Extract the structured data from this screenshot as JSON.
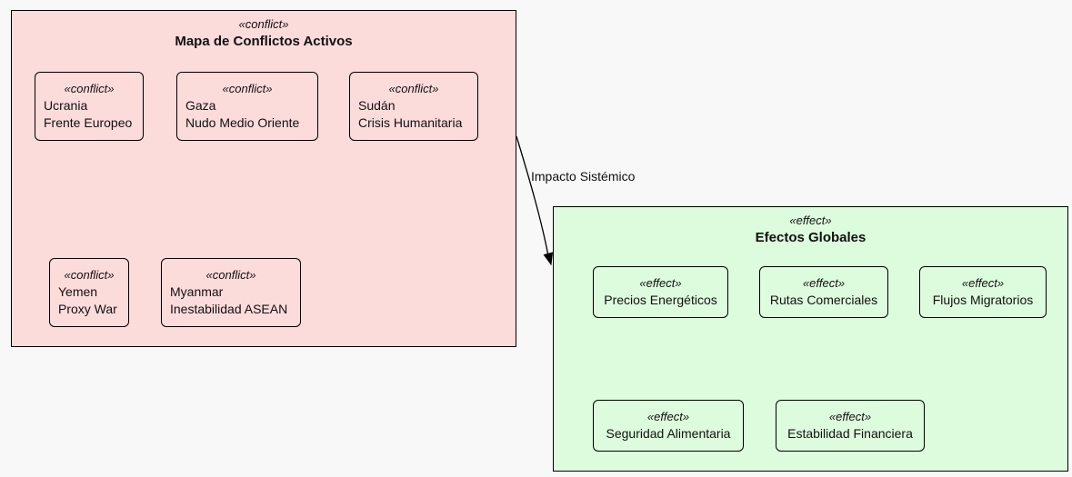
{
  "diagram": {
    "colors": {
      "canvas_background": "#f8f8f8",
      "conflict_fill": "#fcdbdb",
      "effect_fill": "#ddfbdd",
      "border": "#000000"
    },
    "conflict_container": {
      "stereotype": "«conflict»",
      "title": "Mapa de Conflictos Activos",
      "nodes": [
        {
          "stereotype": "«conflict»",
          "lines": [
            "Ucrania",
            "Frente Europeo"
          ]
        },
        {
          "stereotype": "«conflict»",
          "lines": [
            "Gaza",
            "Nudo Medio Oriente"
          ]
        },
        {
          "stereotype": "«conflict»",
          "lines": [
            "Sudán",
            "Crisis Humanitaria"
          ]
        },
        {
          "stereotype": "«conflict»",
          "lines": [
            "Yemen",
            "Proxy War"
          ]
        },
        {
          "stereotype": "«conflict»",
          "lines": [
            "Myanmar",
            "Inestabilidad ASEAN"
          ]
        }
      ]
    },
    "effect_container": {
      "stereotype": "«effect»",
      "title": "Efectos Globales",
      "nodes": [
        {
          "stereotype": "«effect»",
          "lines": [
            "Precios Energéticos"
          ]
        },
        {
          "stereotype": "«effect»",
          "lines": [
            "Rutas Comerciales"
          ]
        },
        {
          "stereotype": "«effect»",
          "lines": [
            "Flujos Migratorios"
          ]
        },
        {
          "stereotype": "«effect»",
          "lines": [
            "Seguridad Alimentaria"
          ]
        },
        {
          "stereotype": "«effect»",
          "lines": [
            "Estabilidad Financiera"
          ]
        }
      ]
    },
    "edge": {
      "label": "Impacto Sistémico"
    }
  }
}
